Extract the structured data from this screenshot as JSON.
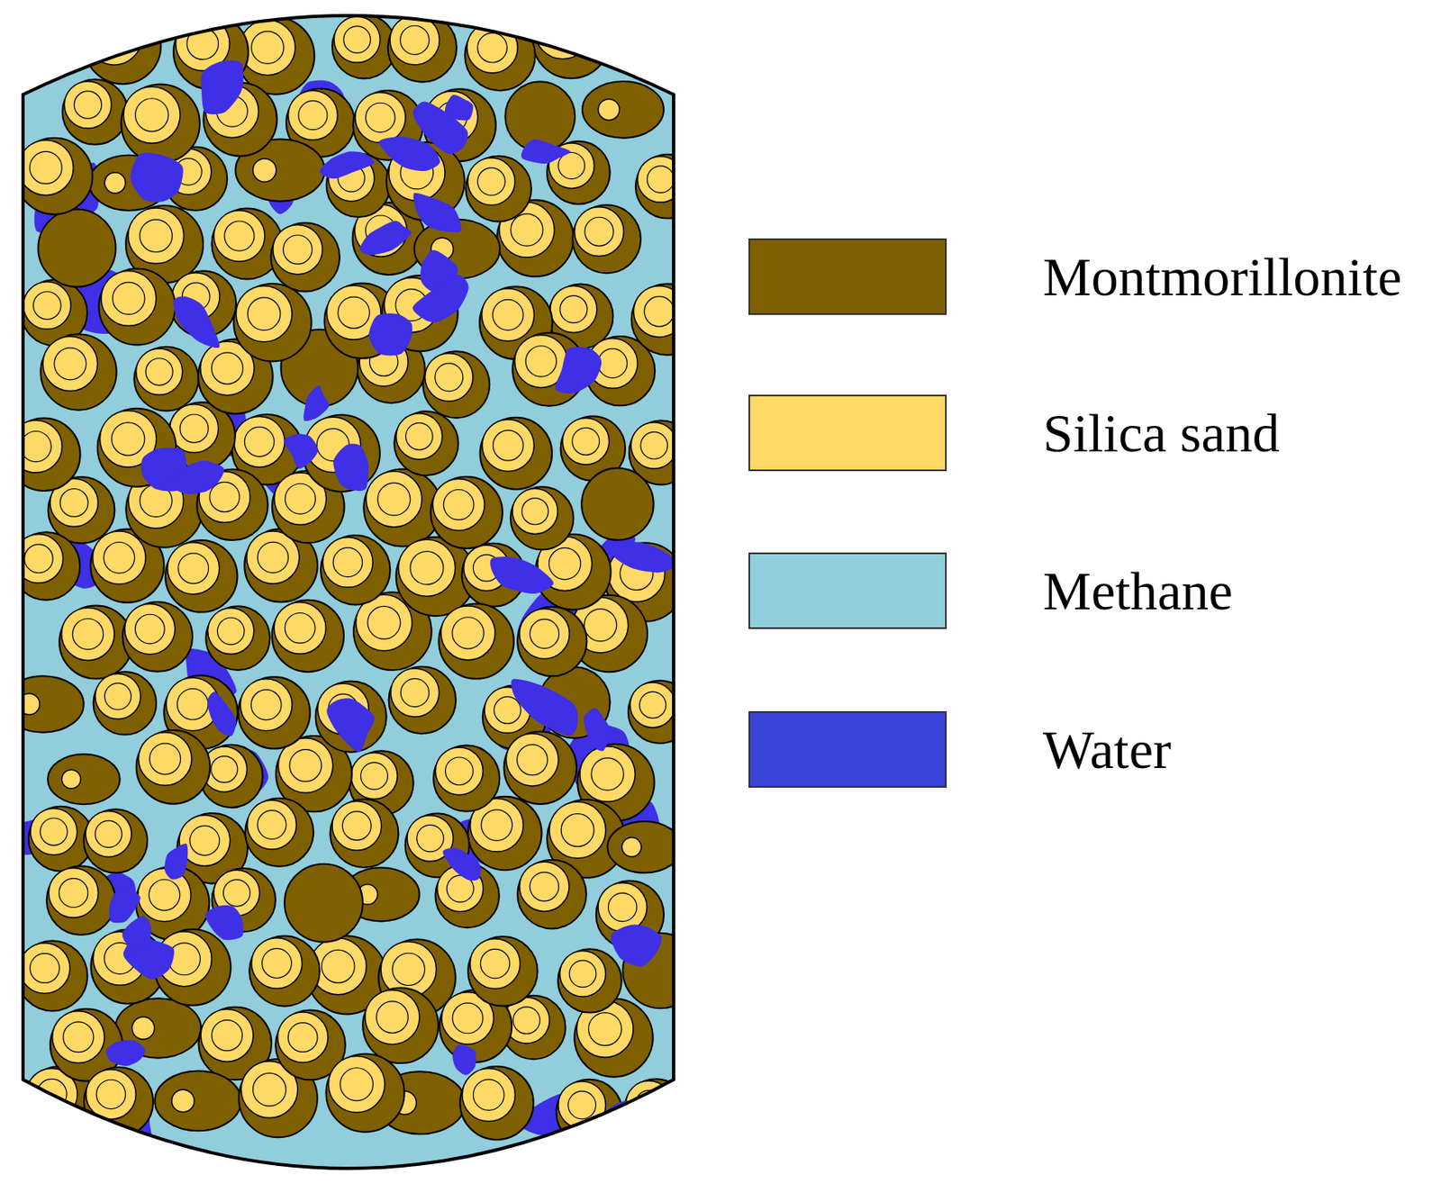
{
  "diagram": {
    "legend": [
      {
        "text": "Montmorillonite",
        "color": "#7f6000"
      },
      {
        "text": "Silica sand",
        "color": "#ffd966"
      },
      {
        "text": "Methane",
        "color": "#92cddc"
      },
      {
        "text": "Water",
        "color": "#3a44d8"
      }
    ]
  }
}
